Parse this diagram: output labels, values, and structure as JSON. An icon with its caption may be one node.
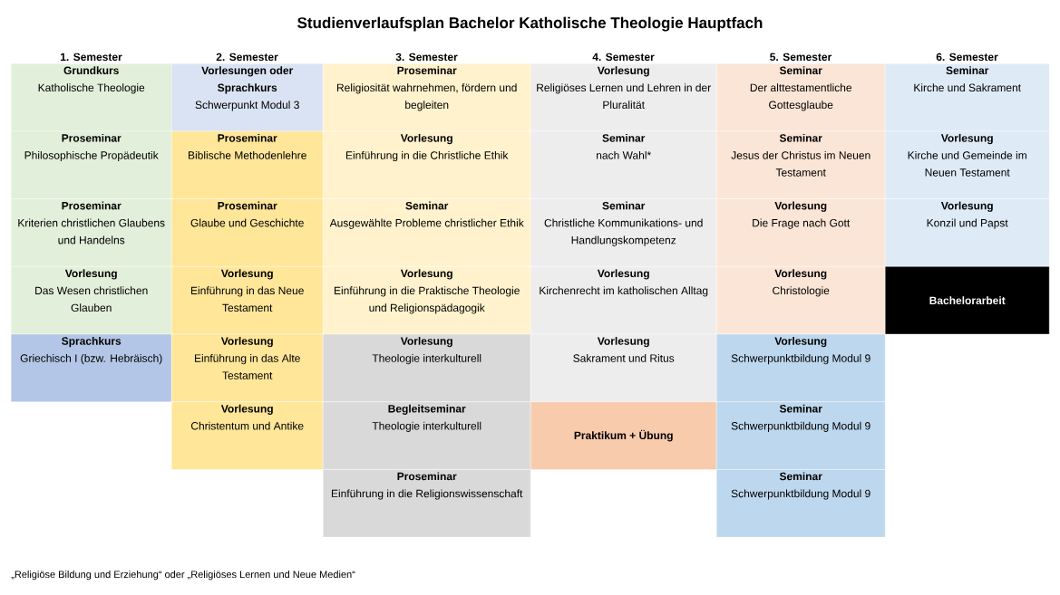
{
  "diagram": {
    "title": "Studienverlaufsplan Bachelor Katholische Theologie Hauptfach",
    "nodes": [
      {
        "text": [
          "Grundkurs",
          "Katholische Theologie"
        ]
      },
      {
        "text": [
          "Proseminar",
          "Philosophische Propädeutik"
        ]
      },
      {
        "text": [
          "Proseminar",
          "Kriterien christlichen Glaubens und Handelns"
        ]
      },
      {
        "text": [
          "Vorlesung",
          "Das Wesen christlichen Glauben"
        ]
      },
      {
        "text": [
          "Sprachkurs",
          "Griechisch I (bzw. Hebräisch)"
        ]
      },
      {
        "text": [
          "Vorlesungen oder Sprachkurs",
          "Schwerpunkt Modul 3"
        ]
      },
      {
        "text": [
          "Proseminar",
          "Biblische Methodenlehre"
        ]
      },
      {
        "text": [
          "Proseminar",
          "Glaube und Geschichte"
        ]
      },
      {
        "text": [
          "Vorlesung",
          "Einführung in das Neue Testament"
        ]
      },
      {
        "text": [
          "Vorlesung",
          "Einführung in das Alte Testament"
        ]
      },
      {
        "text": [
          "Vorlesung",
          "Christentum und Antike"
        ]
      },
      {
        "text": [
          "Proseminar",
          "Religiosität wahrnehmen, fördern und begleiten"
        ]
      },
      {
        "text": [
          "Vorlesung",
          "Einführung in die Christliche Ethik"
        ]
      },
      {
        "text": [
          "Seminar",
          "Ausgewählte Probleme christlicher Ethik"
        ]
      },
      {
        "text": [
          "Vorlesung",
          "Einführung in die Praktische Theologie und Religionspädagogik"
        ]
      },
      {
        "text": [
          "Vorlesung",
          "Theologie interkulturell"
        ]
      },
      {
        "text": [
          "Begleitseminar",
          "Theologie interkulturell"
        ]
      },
      {
        "text": [
          "Proseminar",
          "Einführung in die Religionswissenschaft"
        ]
      },
      {
        "text": [
          "Vorlesung",
          "Religiöses Lernen und Lehren in der Pluralität"
        ]
      },
      {
        "text": [
          "Seminar",
          "nach Wahl*"
        ]
      },
      {
        "text": [
          "Seminar",
          "Christliche Kommunikations- und Handlungskompetenz"
        ]
      },
      {
        "text": [
          "Vorlesung",
          "Kirchenrecht im katholischen Alltag"
        ]
      },
      {
        "text": [
          "Vorlesung",
          "Sakrament und Ritus"
        ]
      },
      {
        "text": [
          "Praktikum + Übung"
        ]
      },
      {
        "text": [
          "Seminar",
          "Der alttestamentliche Gottesglaube"
        ]
      },
      {
        "text": [
          "Seminar",
          "Jesus der Christus im Neuen Testament"
        ]
      },
      {
        "text": [
          "Vorlesung",
          "Die Frage nach Gott"
        ]
      },
      {
        "text": [
          "Vorlesung",
          "Christologie"
        ]
      },
      {
        "text": [
          "Vorlesung",
          "Schwerpunktbildung Modul 9"
        ]
      },
      {
        "text": [
          "Seminar",
          "Schwerpunktbildung Modul 9"
        ]
      },
      {
        "text": [
          "Seminar",
          "Schwerpunktbildung Modul 9"
        ]
      },
      {
        "text": [
          "Seminar",
          "Kirche und Sakrament"
        ]
      },
      {
        "text": [
          "Vorlesung",
          "Kirche und Gemeinde im Neuen Testament"
        ]
      },
      {
        "text": [
          "Vorlesung",
          "Konzil und Papst"
        ]
      },
      {
        "text": [
          "Bachelorarbeit"
        ]
      }
    ],
    "labels": [
      "1. Semester",
      "2. Semester",
      "3. Semester",
      "4. Semester",
      "5. Semester",
      "6. Semester",
      "„Religiöse Bildung und Erziehung“ oder „Religiöses Lernen und Neue Medien“"
    ]
  }
}
